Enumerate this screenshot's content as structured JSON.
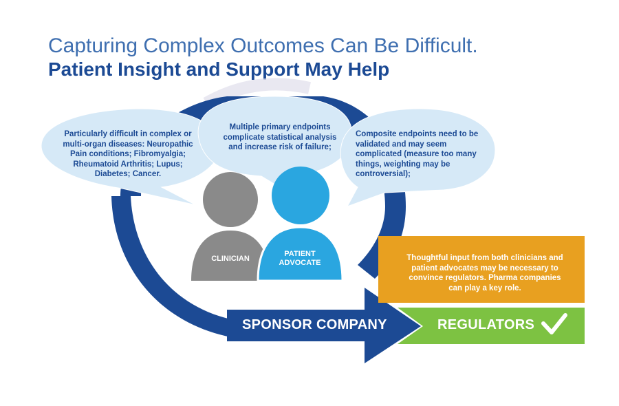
{
  "title": {
    "line1": "Capturing Complex Outcomes Can Be Difficult.",
    "line2": "Patient Insight and Support May Help"
  },
  "bubbles": [
    {
      "id": "left",
      "text": "Particularly difficult in complex or multi-organ diseases: Neuropathic Pain conditions; Fibromyalgia; Rheumatoid Arthritis; Lupus; Diabetes; Cancer."
    },
    {
      "id": "center",
      "text": "Multiple primary endpoints complicate statistical analysis and increase risk of failure;"
    },
    {
      "id": "right",
      "text": "Composite endpoints need to be validated and may seem complicated (measure too many things, weighting may be controversial);"
    }
  ],
  "people": {
    "clinician": "CLINICIAN",
    "patient_advocate": "PATIENT ADVOCATE"
  },
  "banners": {
    "sponsor": "SPONSOR COMPANY",
    "regulators": "REGULATORS"
  },
  "callout": "Thoughtful input from both clinicians and patient advocates may be necessary to convince regulators. Pharma companies can play a key role.",
  "colors": {
    "dark_blue": "#1c4a94",
    "bubble_fill": "#d6e9f7",
    "clinician_gray": "#8a8a8a",
    "advocate_blue": "#2aa6e0",
    "orange": "#e8a020",
    "green": "#7dc242"
  },
  "icons": {
    "check": "checkmark-icon"
  }
}
